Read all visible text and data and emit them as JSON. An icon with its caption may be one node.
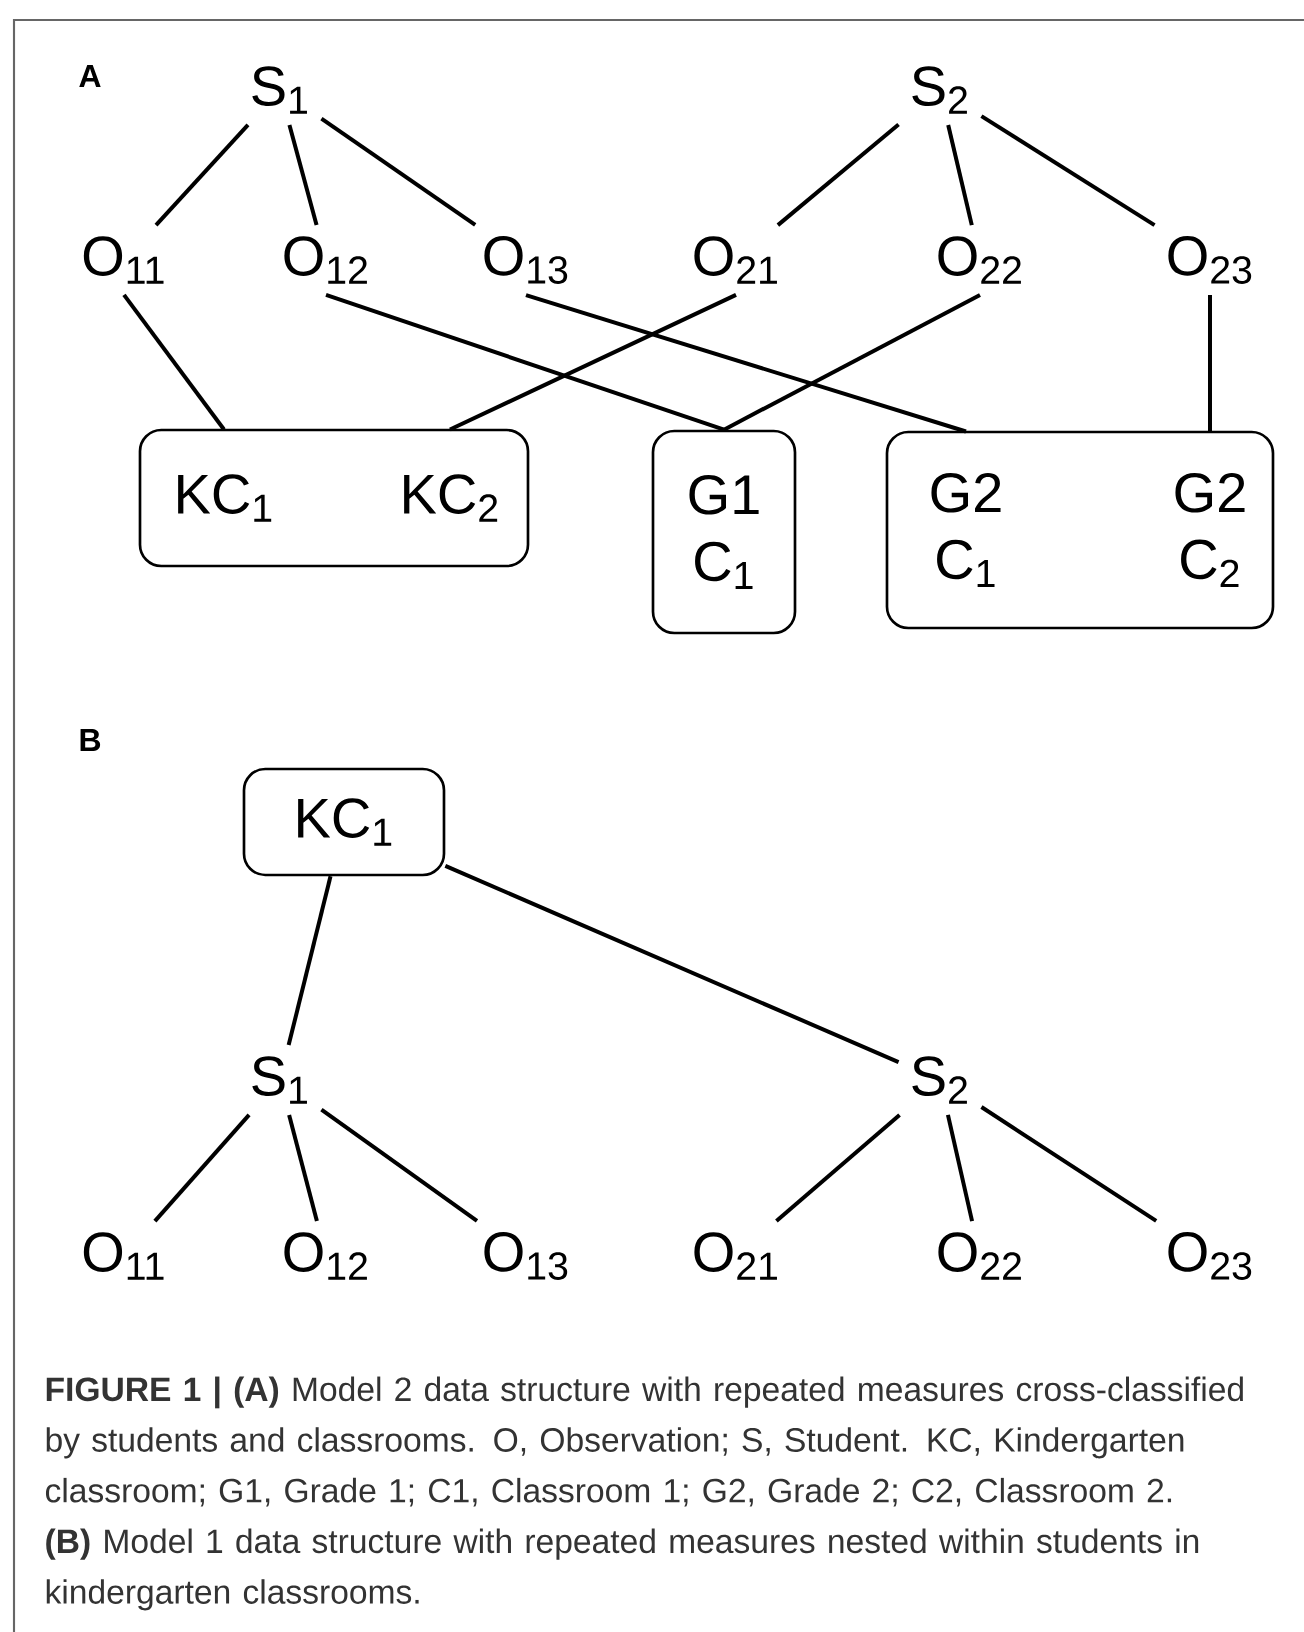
{
  "diagram": {
    "caption": "**FIGURE 1 | (A)** Model 2 data structure with repeated measures cross-classified by students and classrooms. O, Observation; S, Student. KC, Kindergarten classroom; G1, Grade 1; C1, Classroom 1; G2, Grade 2; C2, Classroom 2. **(B)** Model 1 data structure with repeated measures nested within students in kindergarten classrooms.",
    "nodes": [
      {
        "text": [
          "S$_{1}$"
        ]
      },
      {
        "text": [
          "S$_{2}$"
        ]
      },
      {
        "text": [
          "O$_{11}$"
        ]
      },
      {
        "text": [
          "O$_{12}$"
        ]
      },
      {
        "text": [
          "O$_{13}$"
        ]
      },
      {
        "text": [
          "O$_{21}$"
        ]
      },
      {
        "text": [
          "O$_{22}$"
        ]
      },
      {
        "text": [
          "O$_{23}$"
        ]
      },
      {
        "text": [],
        "shape": "box"
      },
      {
        "text": [
          "KC$_{1}$"
        ],
        "in": 8
      },
      {
        "text": [
          "KC$_{2}$"
        ],
        "in": 8
      },
      {
        "text": [
          "G1",
          "C$_{1}$"
        ]
      },
      {
        "text": [],
        "shape": "box"
      },
      {
        "text": [
          "G2",
          "C$_{1}$"
        ],
        "in": 12
      },
      {
        "text": [
          "G2",
          "C$_{2}$"
        ],
        "in": 12
      },
      {
        "text": [
          "KC$_{1}$"
        ]
      },
      {
        "text": [
          "S$_{1}$"
        ]
      },
      {
        "text": [
          "S$_{2}$"
        ]
      },
      {
        "text": [
          "O$_{11}$"
        ]
      },
      {
        "text": [
          "O$_{12}$"
        ]
      },
      {
        "text": [
          "O$_{13}$"
        ]
      },
      {
        "text": [
          "O$_{21}$"
        ]
      },
      {
        "text": [
          "O$_{22}$"
        ]
      },
      {
        "text": [
          "O$_{23}$"
        ]
      }
    ],
    "edges": [
      {
        "from": 0,
        "to": 2,
        "arrow": "none"
      },
      {
        "from": 0,
        "to": 3,
        "arrow": "none"
      },
      {
        "from": 0,
        "to": 4,
        "arrow": "none"
      },
      {
        "from": 1,
        "to": 5,
        "arrow": "none"
      },
      {
        "from": 1,
        "to": 6,
        "arrow": "none"
      },
      {
        "from": 1,
        "to": 7,
        "arrow": "none"
      },
      {
        "from": 2,
        "to": 9,
        "arrow": "none"
      },
      {
        "from": 3,
        "to": 11,
        "arrow": "none"
      },
      {
        "from": 4,
        "to": 13,
        "arrow": "none"
      },
      {
        "from": 5,
        "to": 10,
        "arrow": "none"
      },
      {
        "from": 6,
        "to": 11,
        "arrow": "none"
      },
      {
        "from": 7,
        "to": 14,
        "arrow": "none"
      },
      {
        "from": 15,
        "to": 16,
        "arrow": "none"
      },
      {
        "from": 15,
        "to": 17,
        "arrow": "none"
      },
      {
        "from": 16,
        "to": 18,
        "arrow": "none"
      },
      {
        "from": 16,
        "to": 19,
        "arrow": "none"
      },
      {
        "from": 16,
        "to": 20,
        "arrow": "none"
      },
      {
        "from": 17,
        "to": 21,
        "arrow": "none"
      },
      {
        "from": 17,
        "to": 22,
        "arrow": "none"
      },
      {
        "from": 17,
        "to": 23,
        "arrow": "none"
      }
    ],
    "labels": [
      "A",
      "B"
    ]
  }
}
